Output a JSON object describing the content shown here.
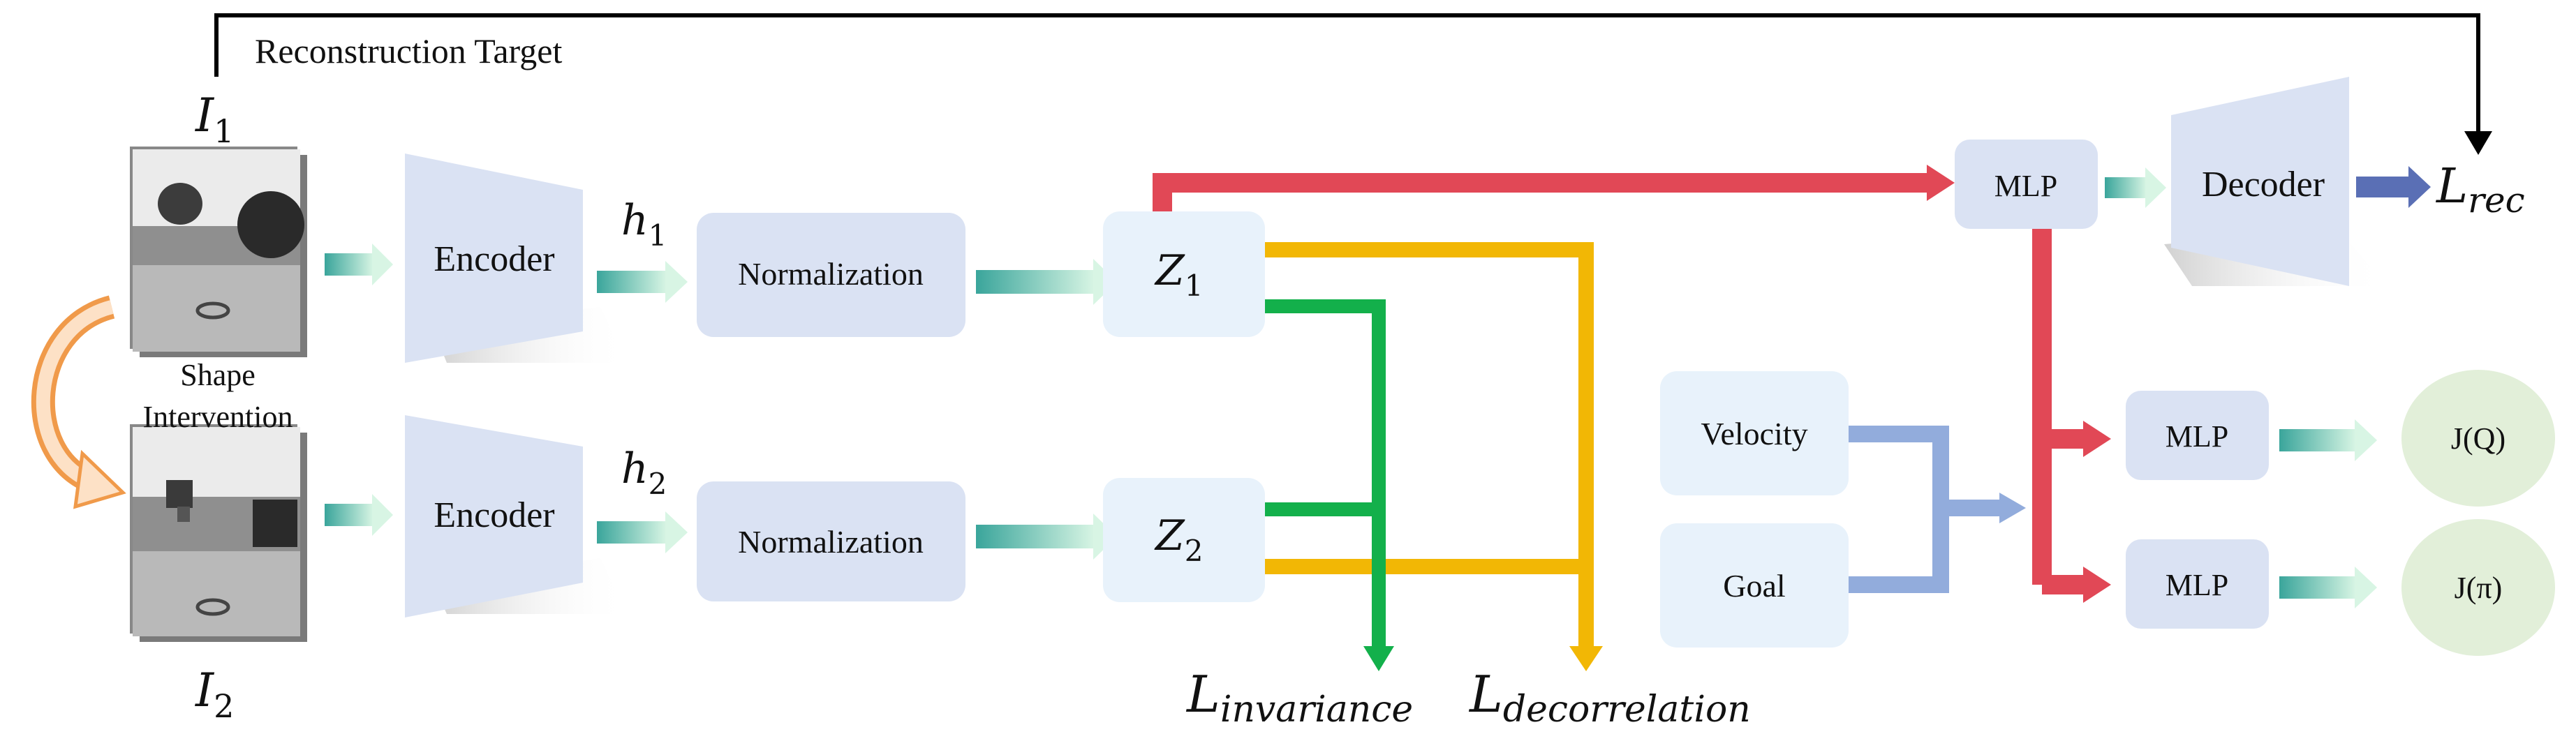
{
  "diagram": {
    "reconstruction_target": "Reconstruction Target",
    "image_top_label": {
      "main": "I",
      "sub": "1"
    },
    "image_bottom_label": {
      "main": "I",
      "sub": "2"
    },
    "shape_intervention_line1": "Shape",
    "shape_intervention_line2": "Intervention",
    "encoder_top": "Encoder",
    "encoder_bottom": "Encoder",
    "h_top": {
      "main": "h",
      "sub": "1"
    },
    "h_bottom": {
      "main": "h",
      "sub": "2"
    },
    "normalization_top": "Normalization",
    "normalization_bottom": "Normalization",
    "z_top": {
      "main": "Z",
      "sub": "1"
    },
    "z_bottom": {
      "main": "Z",
      "sub": "2"
    },
    "loss_invariance": {
      "main": "L",
      "sub": "invariance"
    },
    "loss_decorrelation": {
      "main": "L",
      "sub": "decorrelation"
    },
    "mlp_top": "MLP",
    "decoder": "Decoder",
    "loss_rec": {
      "main": "L",
      "sub": "rec"
    },
    "velocity": "Velocity",
    "goal": "Goal",
    "mlp_q": "MLP",
    "mlp_pi": "MLP",
    "output_q": "J(Q)",
    "output_pi": "J(π)"
  },
  "colors": {
    "box_fill": "#dae2f3",
    "z_box_fill": "#e8f2fb",
    "output_fill": "#e2efd9",
    "red_path": "#e14856",
    "green_path": "#13b04b",
    "yellow_path": "#f2b705",
    "blue_path": "#92acdc",
    "decoder_arrow": "#5a6fb5",
    "orange_arrow": "#f09a4a",
    "teal_arrow_start": "#3aa59b",
    "teal_arrow_end": "#d8f5e4"
  }
}
